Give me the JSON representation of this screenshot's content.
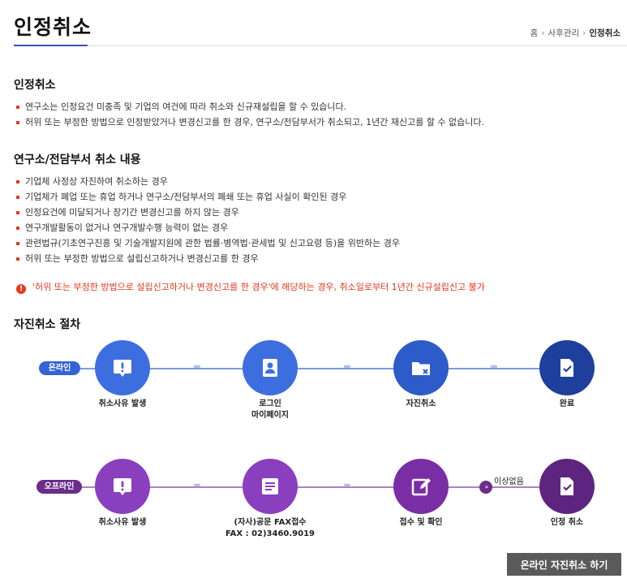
{
  "header": {
    "title": "인정취소",
    "breadcrumb": {
      "home": "홈",
      "section": "사후관리",
      "current": "인정취소"
    }
  },
  "section1": {
    "title": "인정취소",
    "items": [
      "연구소는 인정요건 미충족 및 기업의 여건에 따라 취소와 신규재설립을 할 수 있습니다.",
      "허위 또는 부정한 방법으로 인정받았거나 변경신고를 한 경우, 연구소/전담부서가 취소되고, 1년간 재신고를 할 수 없습니다."
    ]
  },
  "section2": {
    "title": "연구소/전담부서 취소 내용",
    "items": [
      "기업체 사정상 자진하여 취소하는 경우",
      "기업체가 폐업 또는 휴업 하거나 연구소/전담부서의 폐쇄 또는 휴업 사실이 확인된 경우",
      "인정요건에 미달되거나 장기간 변경신고를 하지 않는 경우",
      "연구개발활동이 없거나 연구개발수행 능력이 없는 경우",
      "관련법규(기초연구진흥 및 기술개발지원에 관한 법률·병역법·관세법 및 신고요령 등)을 위반하는 경우",
      "허위 또는 부정한 방법으로 설립신고하거나 변경신고를 한 경우"
    ],
    "warning": "'허위 또는 부정한 방법으로 설립신고하거나 변경신고를 한 경우'에 해당하는 경우, 취소일로부터 1년간 신규설립신고 불가"
  },
  "section3": {
    "title": "자진취소 절차",
    "online": {
      "label": "온라인",
      "color": "#3563d6",
      "steps": [
        {
          "label": "취소사유 발생",
          "sub": "",
          "icon": "exclamation-bubble-icon"
        },
        {
          "label": "로그인",
          "sub": "마이페이지",
          "icon": "user-card-icon"
        },
        {
          "label": "자진취소",
          "sub": "",
          "icon": "folder-x-icon"
        },
        {
          "label": "완료",
          "sub": "",
          "icon": "document-check-icon"
        }
      ]
    },
    "offline": {
      "label": "오프라인",
      "color": "#6b2c8c",
      "steps": [
        {
          "label": "취소사유 발생",
          "sub": "",
          "icon": "exclamation-bubble-icon"
        },
        {
          "label": "(자사)공문 FAX접수",
          "sub": "FAX : 02)3460.9019",
          "icon": "fax-icon"
        },
        {
          "label": "접수 및 확인",
          "sub": "",
          "icon": "edit-icon"
        },
        {
          "label": "인정 취소",
          "sub": "",
          "icon": "document-check-icon"
        }
      ],
      "note": "이상없음"
    }
  },
  "cta": {
    "label": "온라인 자진취소 하기"
  }
}
